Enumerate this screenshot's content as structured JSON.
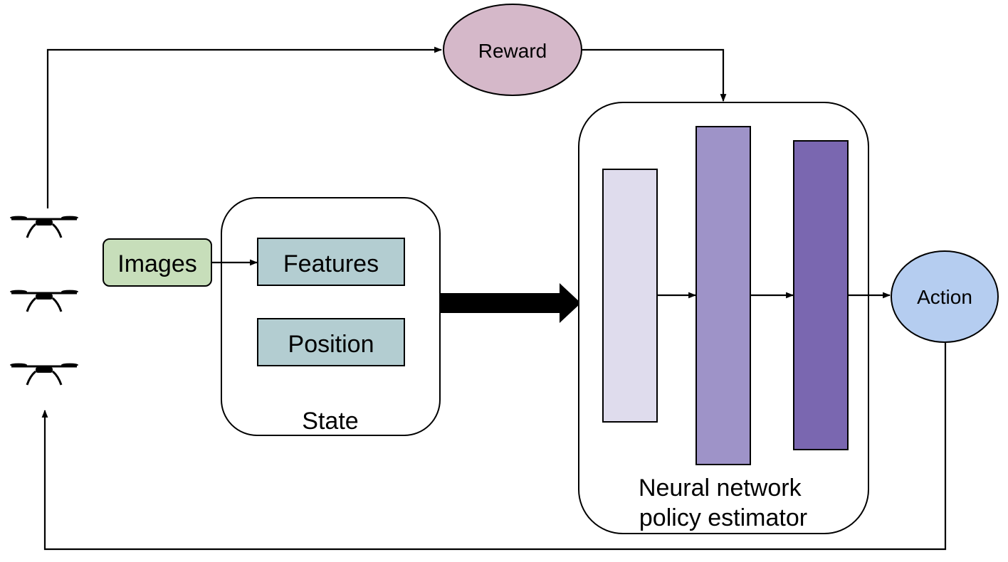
{
  "nodes": {
    "reward": {
      "label": "Reward",
      "color": "#d5b8c9"
    },
    "images": {
      "label": "Images",
      "color": "#c7deba"
    },
    "features": {
      "label": "Features",
      "color": "#b3cdd1"
    },
    "position": {
      "label": "Position",
      "color": "#b3cdd1"
    },
    "state": {
      "label": "State"
    },
    "action": {
      "label": "Action",
      "color": "#b5cdf0"
    },
    "policy": {
      "label_line1": "Neural network",
      "label_line2": "policy estimator"
    }
  },
  "layers": [
    {
      "name": "input-layer",
      "color": "#dfdced"
    },
    {
      "name": "hidden-layer",
      "color": "#9e93c8"
    },
    {
      "name": "output-layer",
      "color": "#7a67b0"
    }
  ],
  "drones": [
    {
      "icon": "drone-icon"
    },
    {
      "icon": "drone-icon"
    },
    {
      "icon": "drone-icon"
    }
  ],
  "edges": [
    {
      "from": "drones",
      "to": "reward"
    },
    {
      "from": "reward",
      "to": "policy"
    },
    {
      "from": "images",
      "to": "features"
    },
    {
      "from": "state",
      "to": "policy",
      "style": "thick"
    },
    {
      "from": "input-layer",
      "to": "hidden-layer"
    },
    {
      "from": "hidden-layer",
      "to": "output-layer"
    },
    {
      "from": "output-layer",
      "to": "action"
    },
    {
      "from": "action",
      "to": "drones"
    }
  ]
}
